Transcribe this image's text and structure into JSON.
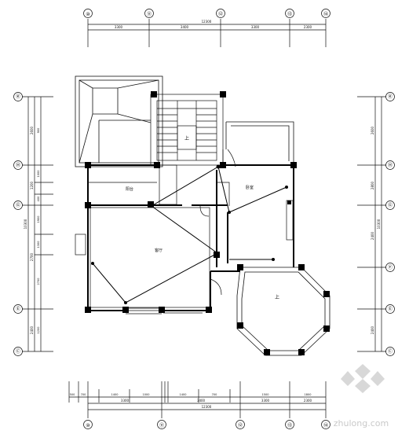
{
  "grid": {
    "top": [
      "⑩",
      "⑪",
      "⑫",
      "⑬",
      "⑭"
    ],
    "bottom": [
      "⑩",
      "⑪",
      "⑫",
      "⑬",
      "⑭"
    ],
    "left": [
      "Ⓚ",
      "Ⓗ",
      "Ⓖ",
      "Ⓔ",
      "Ⓒ"
    ],
    "right": [
      "Ⓚ",
      "Ⓗ",
      "Ⓖ",
      "Ⓕ",
      "Ⓔ",
      "Ⓒ"
    ]
  },
  "dims": {
    "top_total": "12300",
    "top_segments": [
      "3300",
      "3400",
      "3300",
      "2300"
    ],
    "bottom_total": "12300",
    "bottom_segments": [
      "3300",
      "3400",
      "3300",
      "2300"
    ],
    "bottom_detail": [
      "500",
      "700",
      "1400",
      "1000",
      "1400",
      "700",
      "1500",
      "1800"
    ],
    "left_total": "10300",
    "left_segments": [
      "2600",
      "1200",
      "2700",
      "2400"
    ],
    "left_detail": [
      "900",
      "1000",
      "1900",
      "1300",
      "400",
      "2700",
      "1200"
    ],
    "right_total": "10300",
    "right_segments": [
      "2600",
      "2800",
      "2400",
      "2400"
    ]
  },
  "rooms": {
    "stair": "上",
    "living": "客厅",
    "bedroom": "卧室",
    "balcony": "阳台",
    "octagon": "上"
  },
  "colors": {
    "line": "#111111",
    "wall": "#000000",
    "watermark": "#c9c9c9"
  },
  "watermark": "zhulong.com"
}
